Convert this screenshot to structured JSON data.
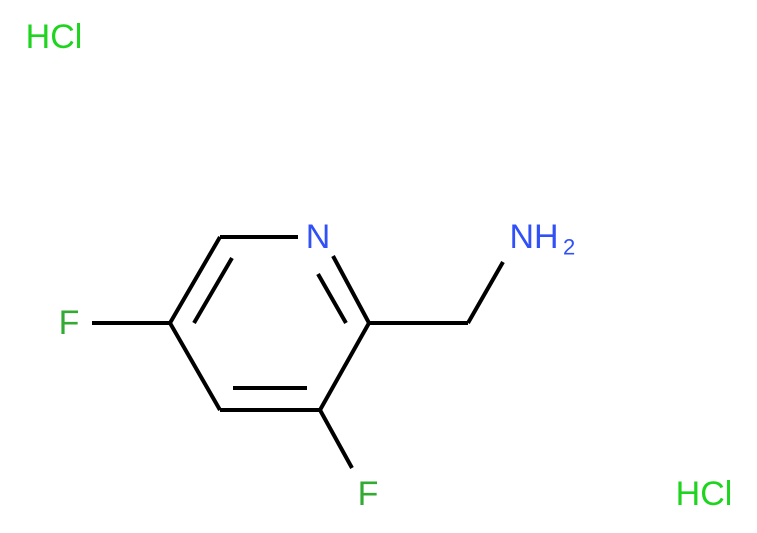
{
  "molecule": {
    "atoms": {
      "ring_nitrogen": "N",
      "amine": "NH",
      "amine_subscript": "2",
      "fluorine_5": "F",
      "fluorine_3": "F"
    },
    "salts": [
      "HCl",
      "HCl"
    ]
  },
  "colors": {
    "bond": "#000000",
    "nitrogen": "#3050F8",
    "fluorine": "#33AA33",
    "chlorine": "#1FD41F",
    "background": "#FFFFFF"
  }
}
